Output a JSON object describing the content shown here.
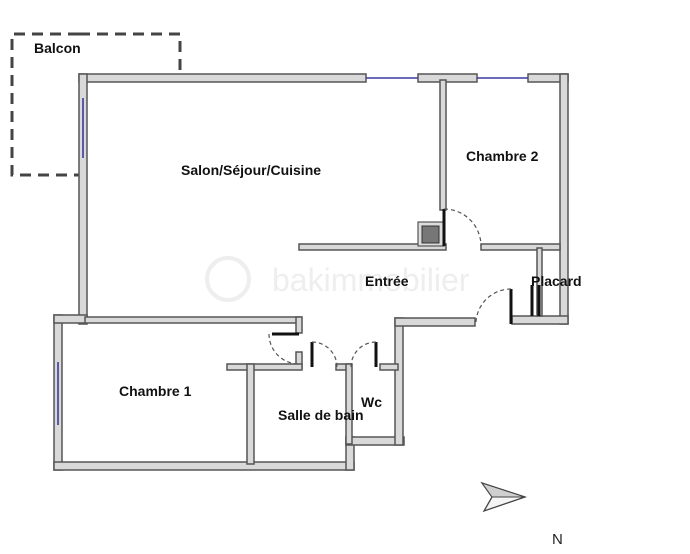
{
  "rooms": {
    "balcony": "Balcon",
    "living": "Salon/Séjour/Cuisine",
    "bedroom2": "Chambre 2",
    "entrance": "Entrée",
    "closet": "Placard",
    "bedroom1": "Chambre 1",
    "bathroom": "Salle de bain",
    "wc": "Wc"
  },
  "compass": {
    "label": "N"
  },
  "watermark": {
    "text": "bakimmobilier"
  },
  "colors": {
    "wall_fill": "#d9d9d9",
    "wall_stroke": "#555555",
    "window": "#3a3aa0"
  }
}
